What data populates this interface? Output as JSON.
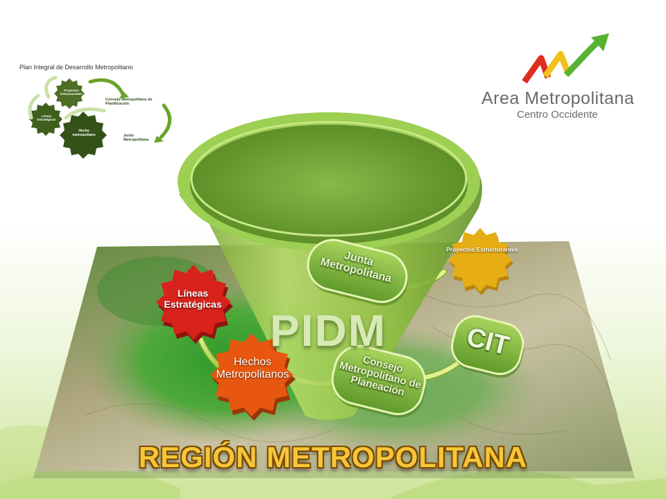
{
  "mini_diagram": {
    "title": "Plan Integral de Desarrollo Metropolitano",
    "gear_proyectos": "Proyectos Estructurantes",
    "gear_lineas": "Líneas Estratégicas",
    "gear_hecho": "Hecho metropolitano",
    "consejo": "Consejo Metropolitano de Planificación",
    "junta": "Junta Metropolitana"
  },
  "logo": {
    "title": "Area Metropolitana",
    "subtitle": "Centro Occidente"
  },
  "diagram": {
    "proyectos": "Proyectos Estructurantes",
    "lineas": "Líneas Estratégicas",
    "hechos": "Hechos Metropolitanos",
    "junta": "Junta Metropolitana",
    "pidm": "PIDM",
    "cit": "CIT",
    "consejo": "Consejo Metropolitano de Planeación",
    "region": "REGIÓN METROPOLITANA"
  },
  "colors": {
    "green_light": "#9ccb4a",
    "green_dark": "#4f8a1e",
    "gear_red": "#d8221c",
    "gear_orange": "#e8570f",
    "gear_yellow": "#e6ad14",
    "region_gold": "#f6c63a",
    "logo_gray": "#6a6a6a",
    "logo_red": "#e02b1f",
    "logo_yellow": "#f2c21a",
    "logo_green": "#58b234"
  }
}
